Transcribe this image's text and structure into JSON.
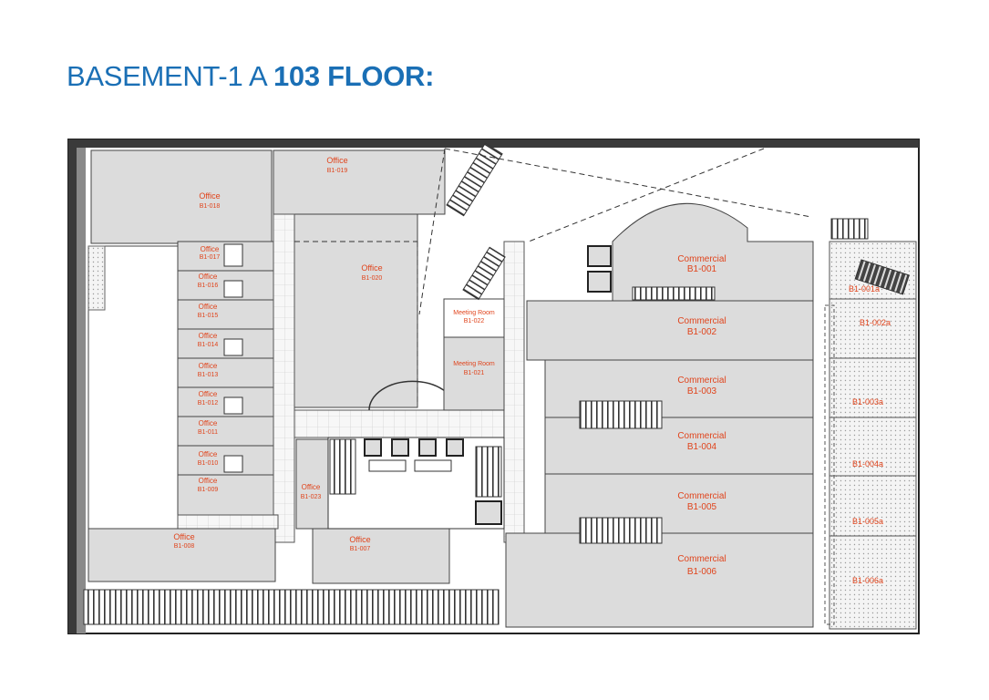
{
  "title": {
    "prefix": "BASEMENT-1 A",
    "bold": "103 FLOOR:"
  },
  "colors": {
    "title": "#1a6fb5",
    "label": "#e0441c",
    "unit_fill": "#dcdcdc",
    "wall": "#333333"
  },
  "units": {
    "b1_018": {
      "type": "Office",
      "code": "B1-018"
    },
    "b1_019": {
      "type": "Office",
      "code": "B1-019"
    },
    "b1_020": {
      "type": "Office",
      "code": "B1-020"
    },
    "b1_017": {
      "type": "Office",
      "code": "B1-017"
    },
    "b1_016": {
      "type": "Office",
      "code": "B1-016"
    },
    "b1_015": {
      "type": "Office",
      "code": "B1-015"
    },
    "b1_014": {
      "type": "Office",
      "code": "B1-014"
    },
    "b1_013": {
      "type": "Office",
      "code": "B1-013"
    },
    "b1_012": {
      "type": "Office",
      "code": "B1-012"
    },
    "b1_011": {
      "type": "Office",
      "code": "B1-011"
    },
    "b1_010": {
      "type": "Office",
      "code": "B1-010"
    },
    "b1_009": {
      "type": "Office",
      "code": "B1-009"
    },
    "b1_008": {
      "type": "Office",
      "code": "B1-008"
    },
    "b1_007": {
      "type": "Office",
      "code": "B1-007"
    },
    "b1_023": {
      "type": "Office",
      "code": "B1-023"
    },
    "b1_022": {
      "type": "Meeting Room",
      "code": "B1-022"
    },
    "b1_021": {
      "type": "Meeting Room",
      "code": "B1-021"
    },
    "b1_001": {
      "type": "Commercial",
      "code": "B1-001"
    },
    "b1_002": {
      "type": "Commercial",
      "code": "B1-002"
    },
    "b1_003": {
      "type": "Commercial",
      "code": "B1-003"
    },
    "b1_004": {
      "type": "Commercial",
      "code": "B1-004"
    },
    "b1_005": {
      "type": "Commercial",
      "code": "B1-005"
    },
    "b1_006": {
      "type": "Commercial",
      "code": "B1-006"
    },
    "b1_001a": {
      "code": "B1-001a"
    },
    "b1_002a": {
      "code": "B1-002a"
    },
    "b1_003a": {
      "code": "B1-003a"
    },
    "b1_004a": {
      "code": "B1-004a"
    },
    "b1_005a": {
      "code": "B1-005a"
    },
    "b1_006a": {
      "code": "B1-006a"
    }
  }
}
